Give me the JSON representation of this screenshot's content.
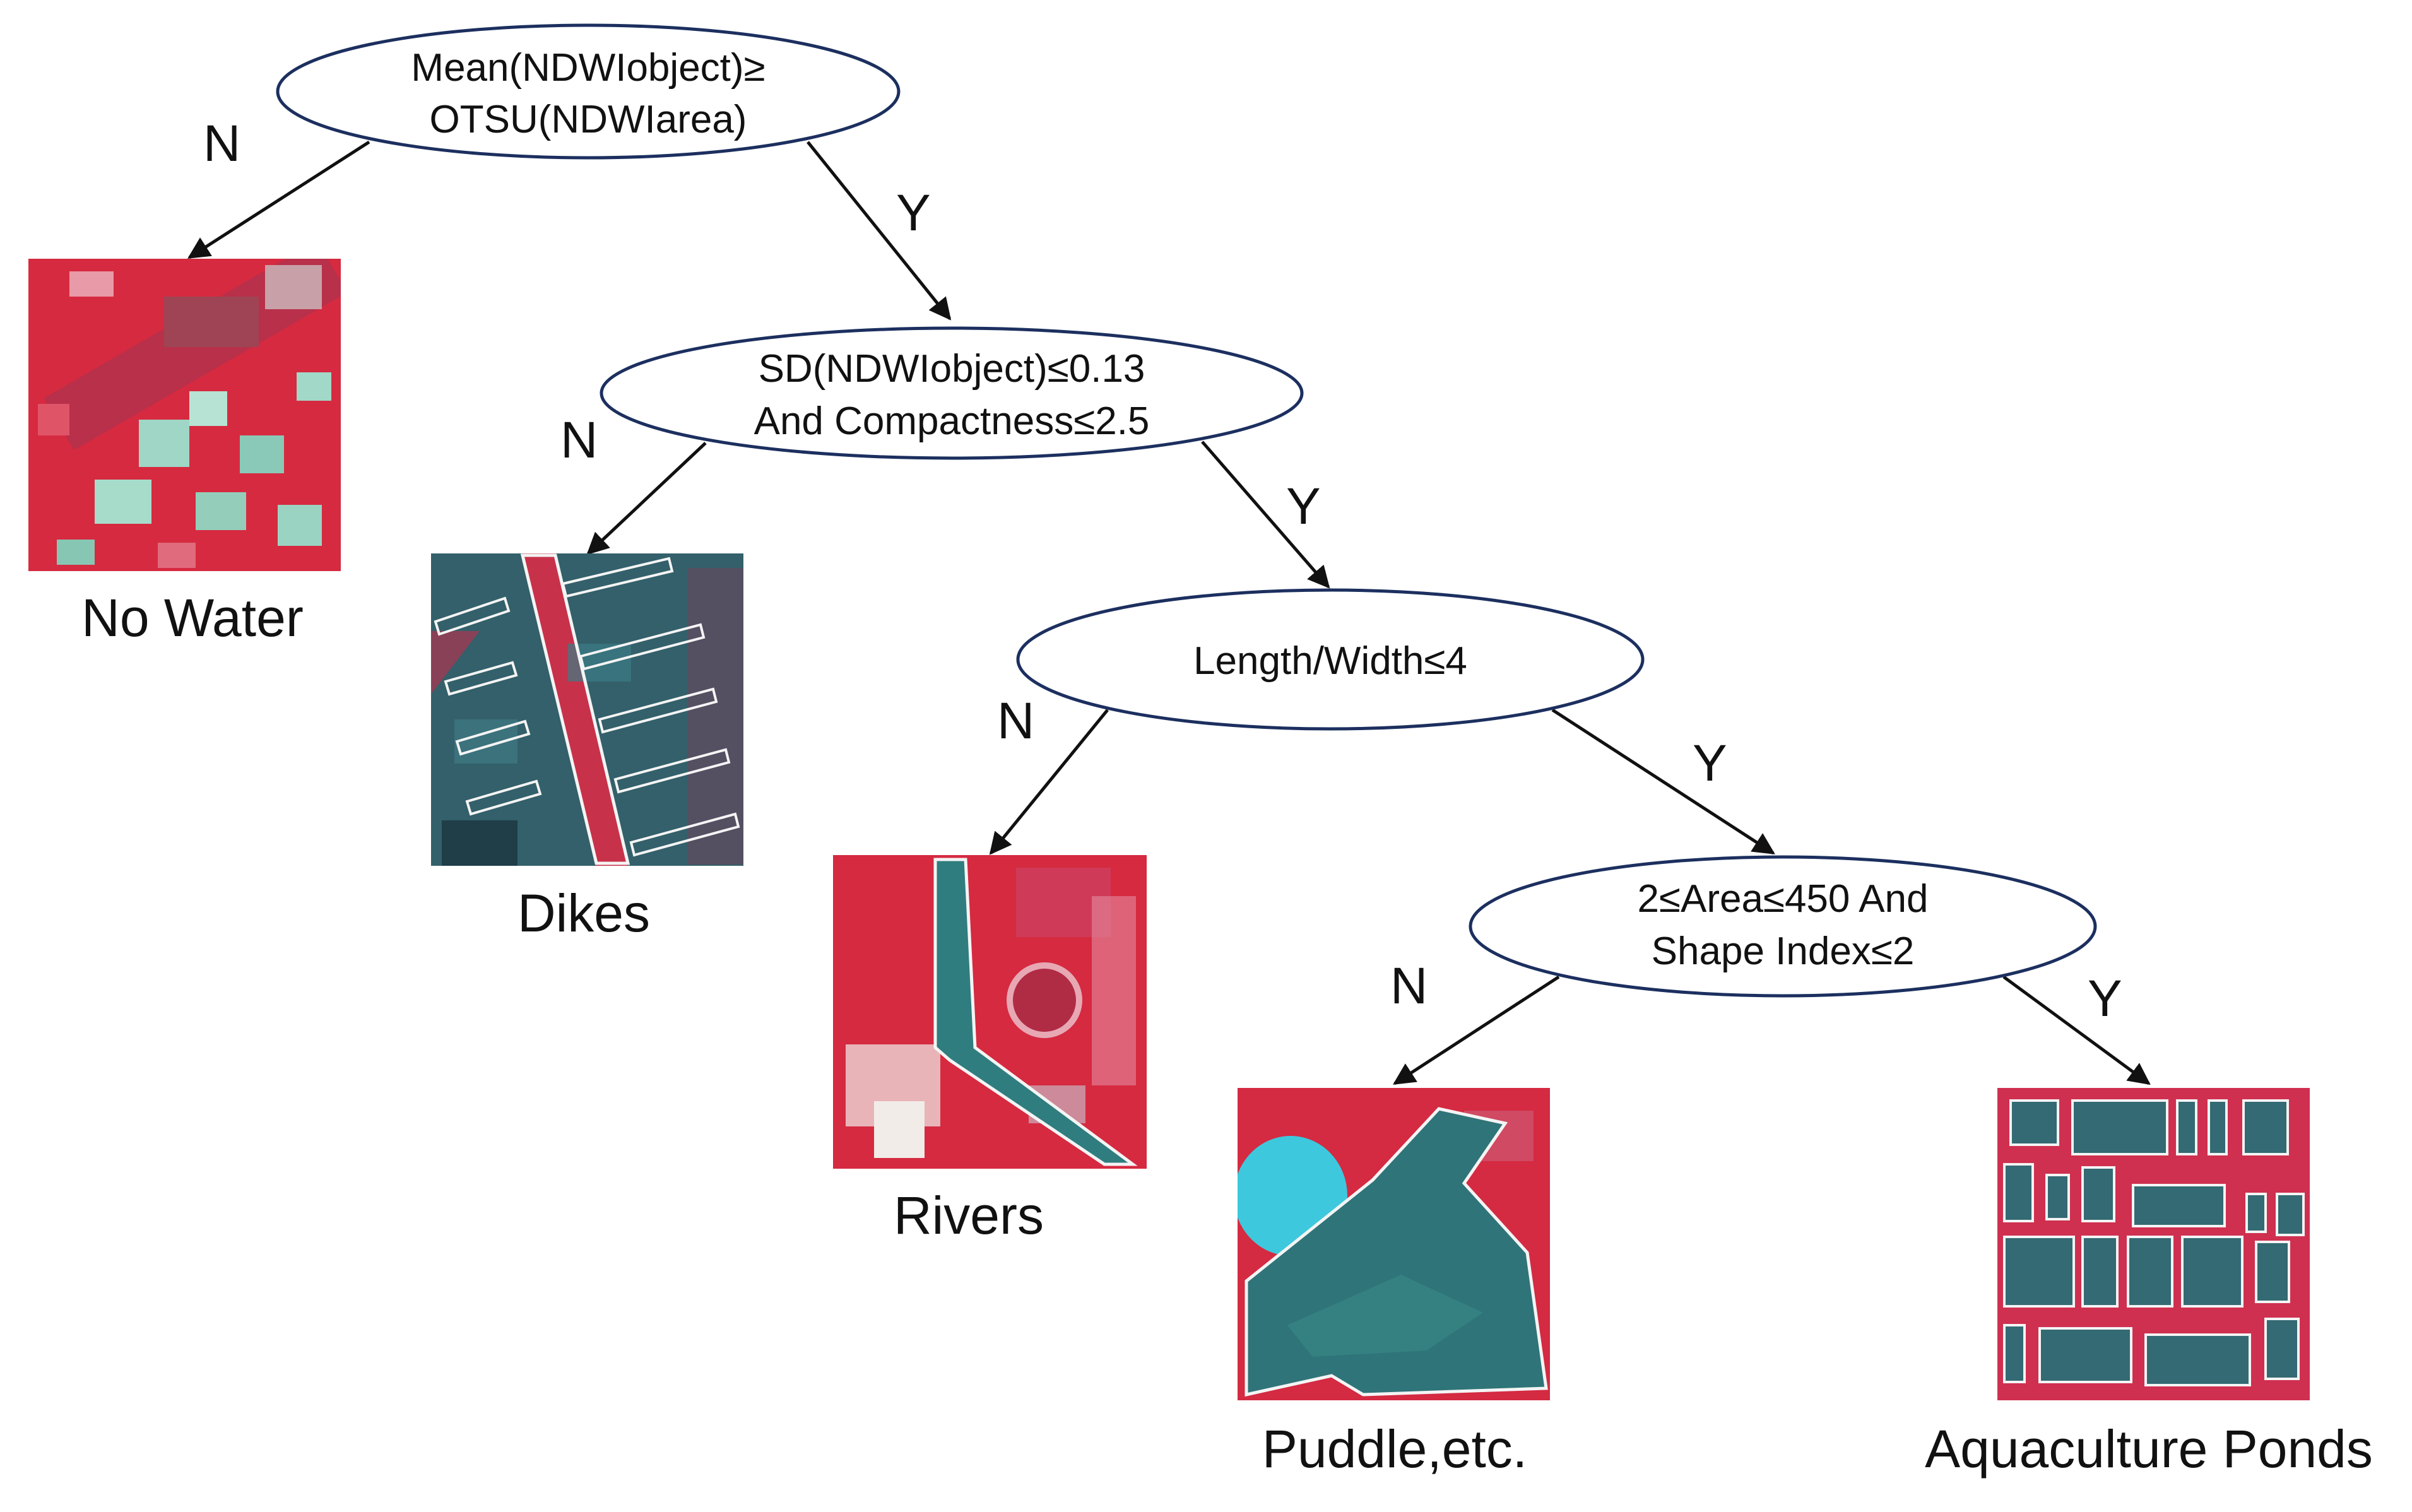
{
  "nodes": [
    {
      "id": "n1",
      "lines": [
        "Mean(NDWIobject)≥",
        "OTSU(NDWIarea)"
      ]
    },
    {
      "id": "n2",
      "lines": [
        "SD(NDWIobject)≤0.13",
        "And Compactness≤2.5"
      ]
    },
    {
      "id": "n3",
      "lines": [
        "Length/Width≤4"
      ]
    },
    {
      "id": "n4",
      "lines": [
        "2≤Area≤450 And",
        "Shape Index≤2"
      ]
    }
  ],
  "edges": [
    {
      "from": "n1",
      "to": "no_water",
      "label": "N"
    },
    {
      "from": "n1",
      "to": "n2",
      "label": "Y"
    },
    {
      "from": "n2",
      "to": "dikes",
      "label": "N"
    },
    {
      "from": "n2",
      "to": "n3",
      "label": "Y"
    },
    {
      "from": "n3",
      "to": "rivers",
      "label": "N"
    },
    {
      "from": "n3",
      "to": "n4",
      "label": "Y"
    },
    {
      "from": "n4",
      "to": "puddle",
      "label": "N"
    },
    {
      "from": "n4",
      "to": "ponds",
      "label": "Y"
    }
  ],
  "leaves": [
    {
      "id": "no_water",
      "label": "No Water"
    },
    {
      "id": "dikes",
      "label": "Dikes"
    },
    {
      "id": "rivers",
      "label": "Rivers"
    },
    {
      "id": "puddle",
      "label": "Puddle,etc."
    },
    {
      "id": "ponds",
      "label": "Aquaculture Ponds"
    }
  ],
  "colors": {
    "vegetation_red": "#d8263c",
    "water_teal": "#2f6f78",
    "bright_cyan": "#3fc6dc",
    "node_border": "#1c2f5f"
  }
}
